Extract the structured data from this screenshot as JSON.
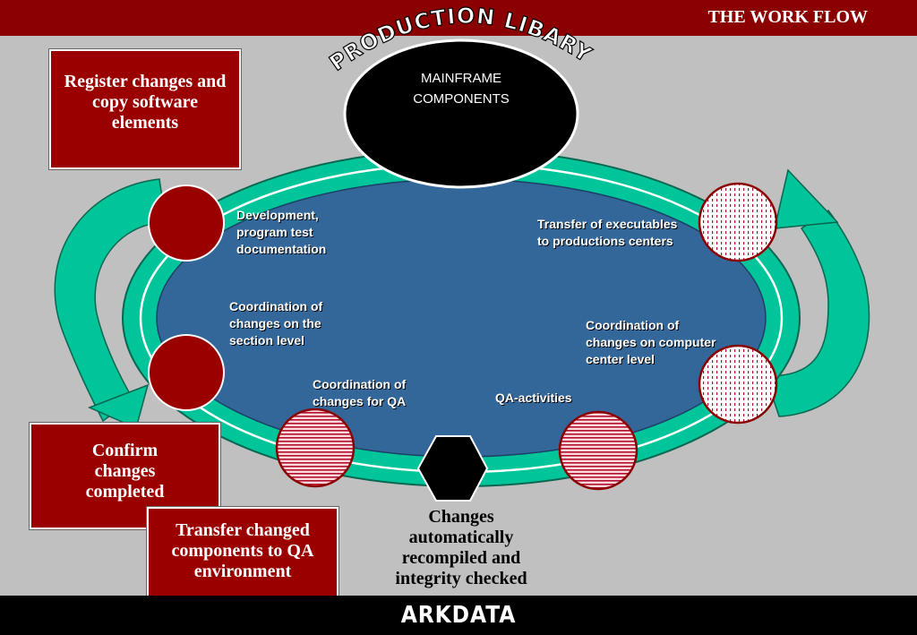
{
  "header": {
    "title": "THE WORK FLOW"
  },
  "library_title": "PRODUCTION LIBARY",
  "mainframe": {
    "line1": "MAINFRAME",
    "line2": "COMPONENTS"
  },
  "boxes": {
    "register": "Register changes and copy software elements",
    "confirm": "Confirm changes completed",
    "transfer_qa": "Transfer changed components to QA environment"
  },
  "steps": {
    "development": [
      "Development,",
      "program test",
      "documentation"
    ],
    "transfer_exec": [
      "Transfer of executables",
      "to productions centers"
    ],
    "coord_section": [
      "Coordination of",
      "changes on  the",
      "section level"
    ],
    "coord_center": [
      "Coordination of",
      "changes on computer",
      "center level"
    ],
    "coord_qa": [
      "Coordination of",
      "changes for QA"
    ],
    "qa_activities": [
      "QA-activities"
    ]
  },
  "bottom_caption": [
    "Changes",
    "automatically",
    "recompiled and",
    "integrity checked"
  ],
  "footer": {
    "logo": "ARKDATA"
  },
  "colors": {
    "accent": "#8b0000",
    "box": "#9b0000",
    "ellipse": "#336699",
    "ring": "#00c49a",
    "background": "#c0c0c0"
  }
}
